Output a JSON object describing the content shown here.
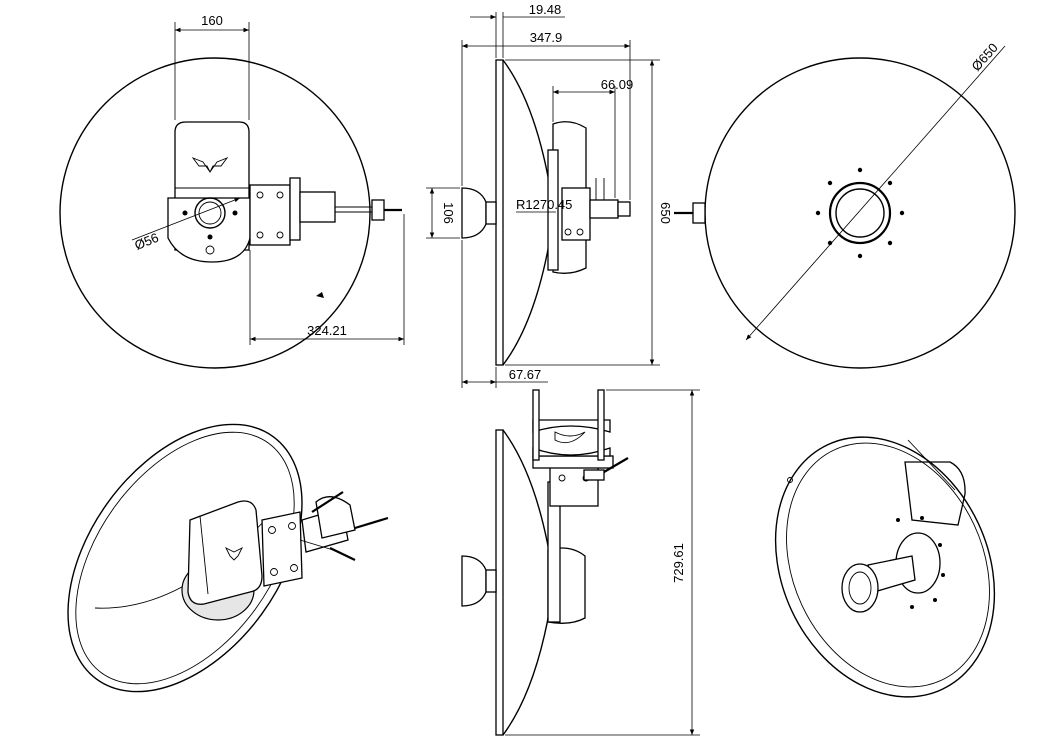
{
  "drawing": {
    "views": {
      "front": {
        "dim_width_160": "160",
        "dim_dia_56": "Ø56",
        "dim_offset": "324.21"
      },
      "side": {
        "dim_top_19_48": "19.48",
        "dim_depth": "347.9",
        "dim_66_09": "66.09",
        "dim_radius": "R1270",
        "dim_radius_suffix": ".45",
        "dim_106": "106",
        "dim_650": "650",
        "dim_67_67": "67.67"
      },
      "back": {
        "dim_dia_650": "Ø650"
      },
      "side_bottom": {
        "dim_height": "729.61"
      }
    },
    "colors": {
      "line": "#000000",
      "background": "#ffffff",
      "shade": "#e6e6e6"
    }
  }
}
